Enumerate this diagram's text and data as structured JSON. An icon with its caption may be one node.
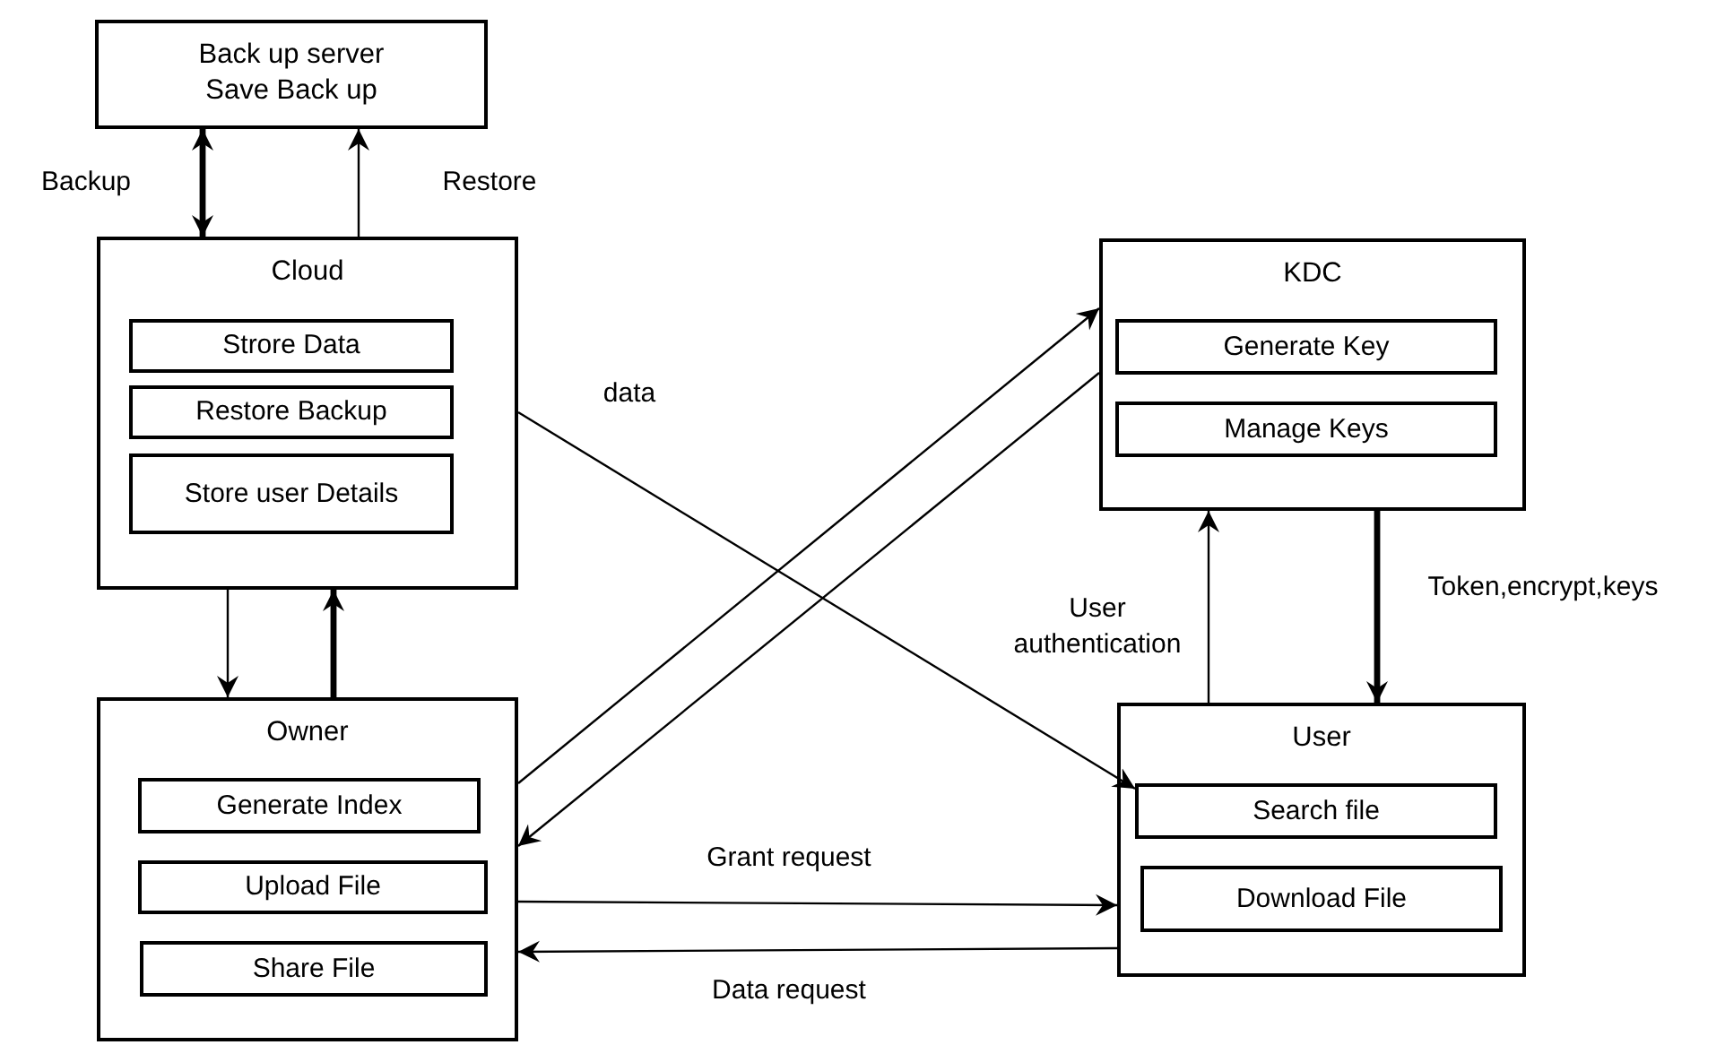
{
  "diagram": {
    "nodes": [
      {
        "text": [
          "Back up server",
          "Save Back up"
        ]
      },
      {
        "text": [
          "Cloud"
        ]
      },
      {
        "text": [
          "Strore Data"
        ],
        "in": 1
      },
      {
        "text": [
          "Restore Backup"
        ],
        "in": 1
      },
      {
        "text": [
          "Store user Details"
        ],
        "in": 1
      },
      {
        "text": [
          "Owner"
        ]
      },
      {
        "text": [
          "Generate Index"
        ],
        "in": 5
      },
      {
        "text": [
          "Upload File"
        ],
        "in": 5
      },
      {
        "text": [
          "Share File"
        ],
        "in": 5
      },
      {
        "text": [
          "KDC"
        ]
      },
      {
        "text": [
          "Generate Key"
        ],
        "in": 9
      },
      {
        "text": [
          "Manage Keys"
        ],
        "in": 9
      },
      {
        "text": [
          "User"
        ]
      },
      {
        "text": [
          "Search file"
        ],
        "in": 12
      },
      {
        "text": [
          "Download File"
        ],
        "in": 12
      }
    ],
    "edges": [
      {
        "from": 1,
        "to": 0,
        "arrow": "both",
        "label": "Backup",
        "style": "thick"
      },
      {
        "from": 1,
        "to": 0,
        "arrow": "to",
        "label": "Restore"
      },
      {
        "from": 1,
        "to": 5,
        "arrow": "to"
      },
      {
        "from": 5,
        "to": 1,
        "arrow": "to",
        "style": "thick"
      },
      {
        "from": 1,
        "to": 13,
        "arrow": "to",
        "label": "data"
      },
      {
        "from": 5,
        "to": 9,
        "arrow": "to"
      },
      {
        "from": 9,
        "to": 5,
        "arrow": "to"
      },
      {
        "from": 12,
        "to": 9,
        "arrow": "to",
        "label": "User authentication"
      },
      {
        "from": 9,
        "to": 12,
        "arrow": "to",
        "label": "Token,encrypt,keys",
        "style": "thick"
      },
      {
        "from": 5,
        "to": 12,
        "arrow": "to",
        "label": "Grant request"
      },
      {
        "from": 12,
        "to": 5,
        "arrow": "to",
        "label": "Data request"
      }
    ]
  }
}
